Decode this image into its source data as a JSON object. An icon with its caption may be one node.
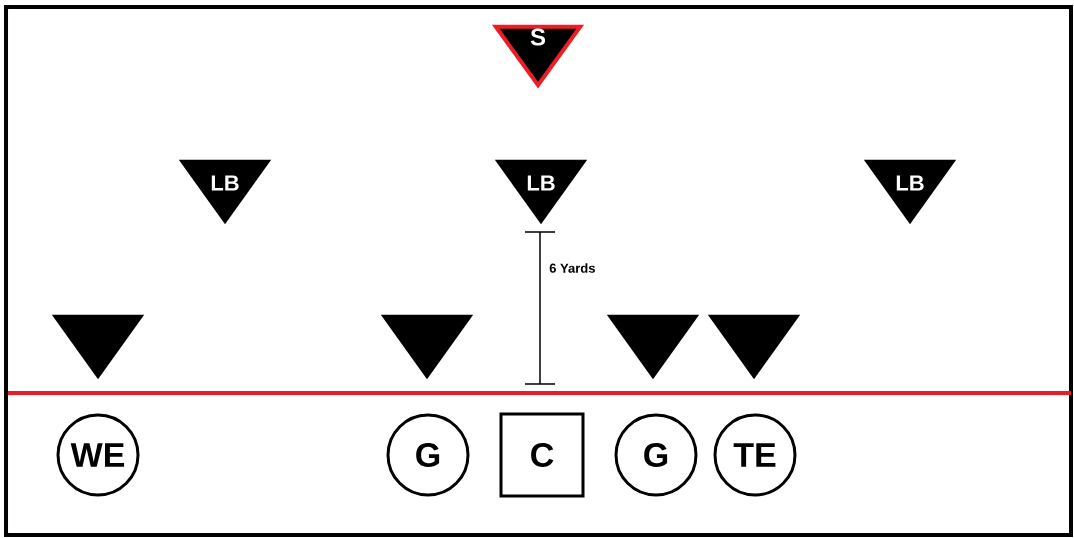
{
  "diagram": {
    "nodes": [
      {
        "text": [
          "S"
        ]
      },
      {
        "text": [
          "LB"
        ]
      },
      {
        "text": [
          "LB"
        ]
      },
      {
        "text": [
          "LB"
        ]
      },
      {
        "text": [],
        "shape": "triangle"
      },
      {
        "text": [],
        "shape": "triangle"
      },
      {
        "text": [],
        "shape": "triangle"
      },
      {
        "text": [],
        "shape": "triangle"
      },
      {
        "text": [
          "WE"
        ]
      },
      {
        "text": [
          "G"
        ]
      },
      {
        "text": [
          "C"
        ]
      },
      {
        "text": [
          "G"
        ]
      },
      {
        "text": [
          "TE"
        ]
      }
    ],
    "labels": [
      "6 Yards"
    ]
  }
}
